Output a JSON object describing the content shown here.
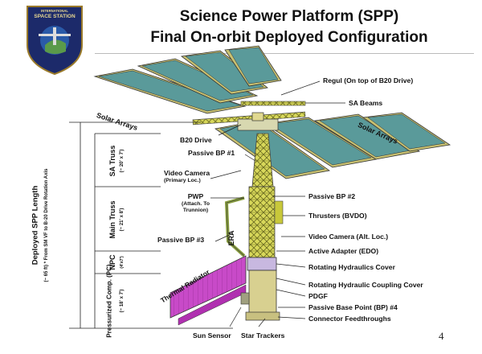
{
  "logo": {
    "text": "SPACE STATION",
    "small_text": "INTERNATIONAL"
  },
  "title": {
    "line1": "Science Power Platform (SPP)",
    "line2": "Final On-orbit Deployed Configuration"
  },
  "labels": {
    "solar_arrays_left": "Solar Arrays",
    "solar_arrays_right": "Solar Arrays",
    "regul": "Regul (On top of B20 Drive)",
    "sa_beams": "SA Beams",
    "b20_drive": "B20 Drive",
    "passive_bp1": "Passive BP #1",
    "video_camera_primary": "Video Camera",
    "video_camera_primary_sub": "(Primary Loc.)",
    "pwp": "PWP",
    "pwp_sub1": "(Attach. To",
    "pwp_sub2": "Trunnion)",
    "passive_bp2": "Passive BP #2",
    "thrusters": "Thrusters (BVDO)",
    "passive_bp3": "Passive BP #3",
    "era": "ERA",
    "video_camera_alt": "Video Camera (Alt. Loc.)",
    "active_adapter": "Active Adapter (EDO)",
    "rotating_hydraulics_cover": "Rotating Hydraulics Cover",
    "thermal_radiator": "Thermal Radiator",
    "rotating_hydraulic_coupling_cover": "Rotating Hydraulic Coupling Cover",
    "pdgf": "PDGF",
    "passive_bp4": "Passive Base Point (BP) #4",
    "connector_feedthroughs": "Connector Feedthroughs",
    "sun_sensor": "Sun Sensor",
    "star_trackers": "Star Trackers"
  },
  "dimensions": {
    "deployed_length": "Deployed SPP Length",
    "deployed_length_sub": "(~ 65 ft) * From SM VF to B-20 Drive Rotation Axis",
    "sa_truss": "SA Truss",
    "sa_truss_sub": "(~ 20' x 7')",
    "main_truss": "Main Truss",
    "main_truss_sub": "(~ 21' x 8')",
    "npc": "NPC",
    "npc_sub": "(4'x7')",
    "pc": "Pressurized Comp. (PC)",
    "pc_sub": "(~ 18' x 7')"
  },
  "page_number": "4",
  "colors": {
    "solar_panel": "#5a9a9a",
    "solar_frame": "#c8c070",
    "truss": "#c8c83a",
    "radiator": "#c040c0",
    "module": "#d8d090",
    "outline": "#333333"
  }
}
